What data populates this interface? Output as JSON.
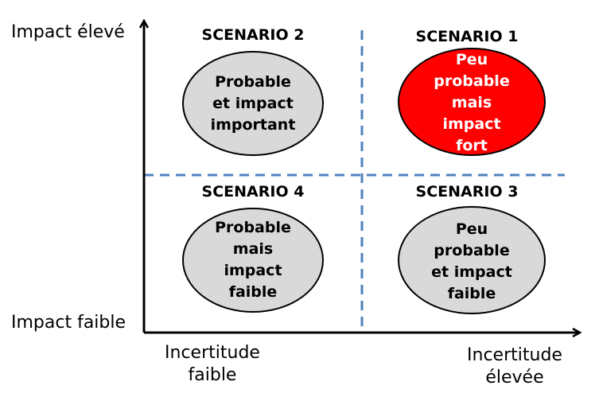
{
  "axes": {
    "y_top": "Impact élevé",
    "y_bottom": "Impact faible",
    "x_left": [
      "Incertitude",
      "faible"
    ],
    "x_right": [
      "Incertitude",
      "élevée"
    ]
  },
  "scenarios": {
    "s2": {
      "title": "SCENARIO 2",
      "lines": [
        "Probable",
        "et impact",
        "important"
      ],
      "fill": "#d9d9d9",
      "text_color": "#000000"
    },
    "s1": {
      "title": "SCENARIO 1",
      "lines": [
        "Peu",
        "probable",
        "mais",
        "impact",
        "fort"
      ],
      "fill": "#ff0000",
      "text_color": "#ffffff"
    },
    "s4": {
      "title": "SCENARIO 4",
      "lines": [
        "Probable",
        "mais",
        "impact",
        "faible"
      ],
      "fill": "#d9d9d9",
      "text_color": "#000000"
    },
    "s3": {
      "title": "SCENARIO 3",
      "lines": [
        "Peu",
        "probable",
        "et impact",
        "faible"
      ],
      "fill": "#d9d9d9",
      "text_color": "#000000"
    }
  },
  "colors": {
    "axis": "#000000",
    "divider": "#4f81bd"
  }
}
